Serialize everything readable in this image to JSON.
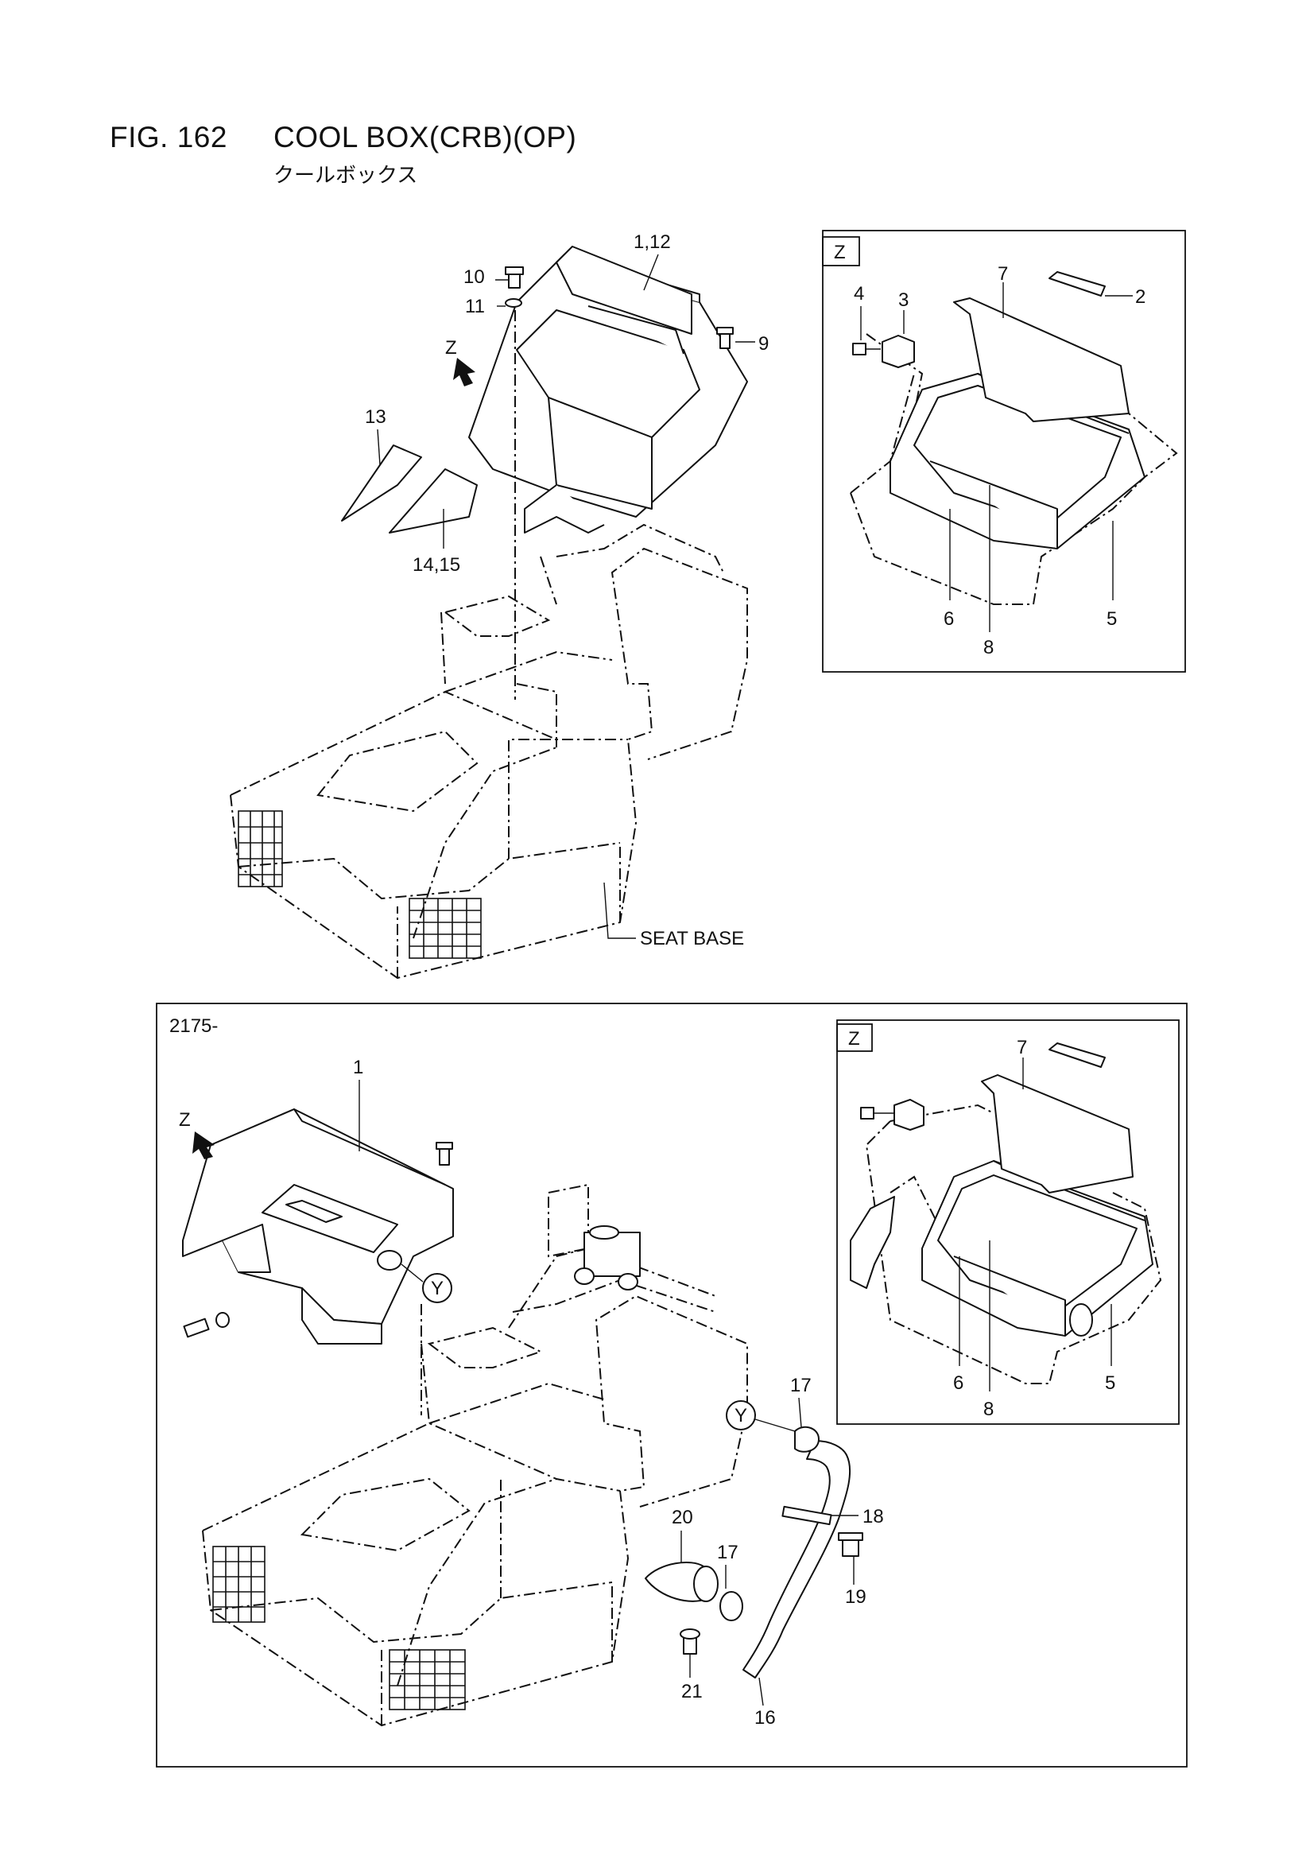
{
  "header": {
    "fig_number": "FIG. 162",
    "title": "COOL BOX(CRB)(OP)",
    "subtitle": "クールボックス"
  },
  "upper": {
    "seat_base_label": "SEAT BASE",
    "view_arrow_label": "Z",
    "callouts": {
      "c_1_12": "1,12",
      "c_10": "10",
      "c_11": "11",
      "c_9": "9",
      "c_13": "13",
      "c_14_15": "14,15"
    },
    "inset": {
      "view_label": "Z",
      "callouts": {
        "c_4": "4",
        "c_3": "3",
        "c_7": "7",
        "c_2": "2",
        "c_6": "6",
        "c_8": "8",
        "c_5": "5"
      }
    }
  },
  "lower": {
    "serial_label": "2175-",
    "view_arrow_label": "Z",
    "circle_ref_top": "Y",
    "circle_ref_hose": "Y",
    "callouts": {
      "c_1": "1",
      "c_17a": "17",
      "c_18": "18",
      "c_19": "19",
      "c_20": "20",
      "c_17b": "17",
      "c_21": "21",
      "c_16": "16"
    },
    "inset": {
      "view_label": "Z",
      "callouts": {
        "c_7": "7",
        "c_6": "6",
        "c_8": "8",
        "c_5": "5"
      }
    }
  }
}
